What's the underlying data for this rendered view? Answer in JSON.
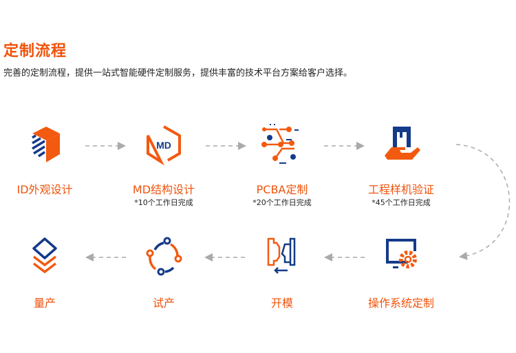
{
  "header": {
    "title": "定制流程",
    "description": "完善的定制流程，提供一站式智能硬件定制服务，提供丰富的技术平台方案给客户选择。"
  },
  "colors": {
    "accent": "#f0520a",
    "navy": "#143a8a",
    "arrow": "#aaaaaa"
  },
  "steps": [
    {
      "label": "ID外观设计",
      "icon": "cube-icon"
    },
    {
      "label": "MD结构设计",
      "sub": "*10个工作日完成",
      "icon": "md-hexagon-icon",
      "icon_text": "MD"
    },
    {
      "label": "PCBA定制",
      "sub": "*20个工作日完成",
      "icon": "circuit-icon"
    },
    {
      "label": "工程样机验证",
      "sub": "*45个工作日完成",
      "icon": "hand-box-icon"
    },
    {
      "label": "操作系统定制",
      "icon": "monitor-gear-icon"
    },
    {
      "label": "开模",
      "icon": "mold-icon"
    },
    {
      "label": "试产",
      "icon": "cycle-icon"
    },
    {
      "label": "量产",
      "icon": "layers-icon"
    }
  ]
}
